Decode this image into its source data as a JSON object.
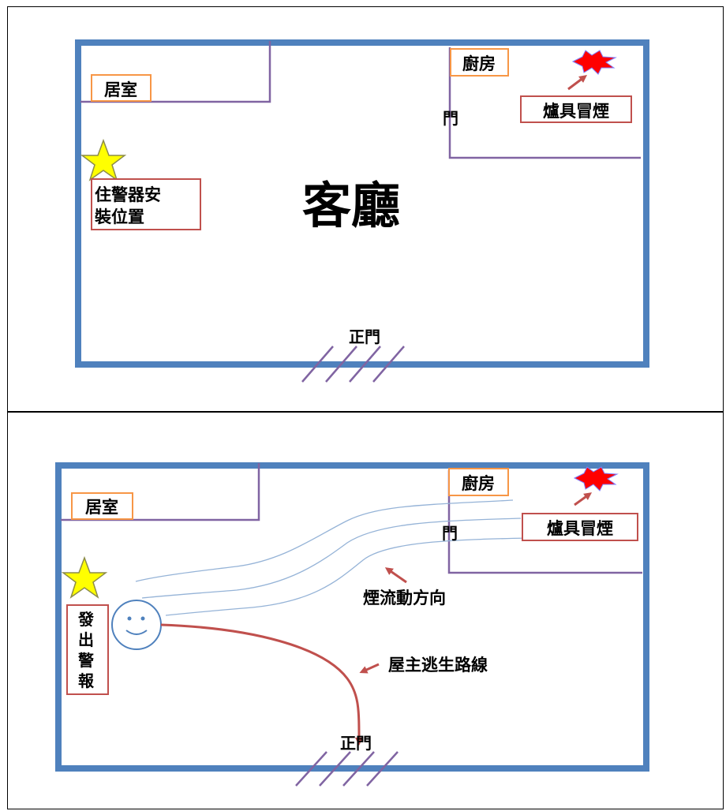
{
  "panel1": {
    "bedroom_label": "居室",
    "kitchen_label": "廚房",
    "door_label": "門",
    "stove_smoke_label": "爐具冒煙",
    "detector_label_line1": "住警器安",
    "detector_label_line2": "裝位置",
    "living_room_label": "客廳",
    "front_door_label": "正門"
  },
  "panel2": {
    "bedroom_label": "居室",
    "kitchen_label": "廚房",
    "door_label": "門",
    "stove_smoke_label": "爐具冒煙",
    "smoke_flow_label": "煙流動方向",
    "escape_route_label": "屋主逃生路線",
    "alarm_label_chars": [
      "發",
      "出",
      "警",
      "報"
    ],
    "front_door_label": "正門"
  },
  "colors": {
    "outer_wall": "#4f81bd",
    "inner_wall": "#8064a2",
    "label_border_orange": "#f79646",
    "label_border_red": "#c0504d",
    "arrow_red": "#c0504d",
    "star_fill": "#ffff00",
    "fire_fill": "#ff0000",
    "smoke_line": "#95b3d7",
    "face_stroke": "#4f81bd"
  },
  "icons": [
    "star-icon",
    "fire-burst-icon",
    "smiley-face-icon"
  ]
}
